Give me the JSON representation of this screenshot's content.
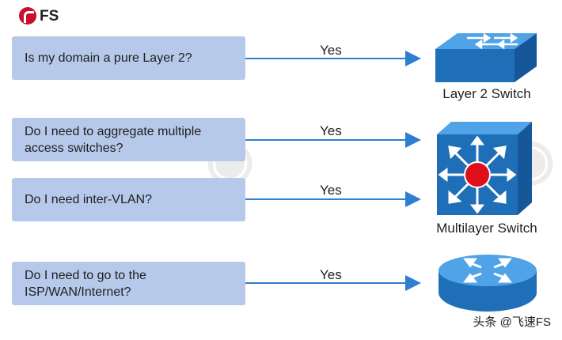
{
  "brand": {
    "logo_text": "FS",
    "accent": "#c8102e"
  },
  "questions": [
    {
      "text": "Is my domain a pure Layer 2?",
      "answer": "Yes"
    },
    {
      "text": "Do I need to aggregate multiple access switches?",
      "answer": "Yes"
    },
    {
      "text": "Do I need inter-VLAN?",
      "answer": "Yes"
    },
    {
      "text": "Do I need to go to the ISP/WAN/Internet?",
      "answer": "Yes"
    }
  ],
  "devices": [
    {
      "label": "Layer 2 Switch",
      "icon": "layer2-switch-icon"
    },
    {
      "label": "Multilayer Switch",
      "icon": "multilayer-switch-icon"
    },
    {
      "label": "",
      "icon": "router-icon"
    }
  ],
  "watermark": "头条 @飞速FS",
  "colors": {
    "box": "#b7c9ea",
    "arrow": "#2e7fd0",
    "device": "#1f7cc8"
  }
}
